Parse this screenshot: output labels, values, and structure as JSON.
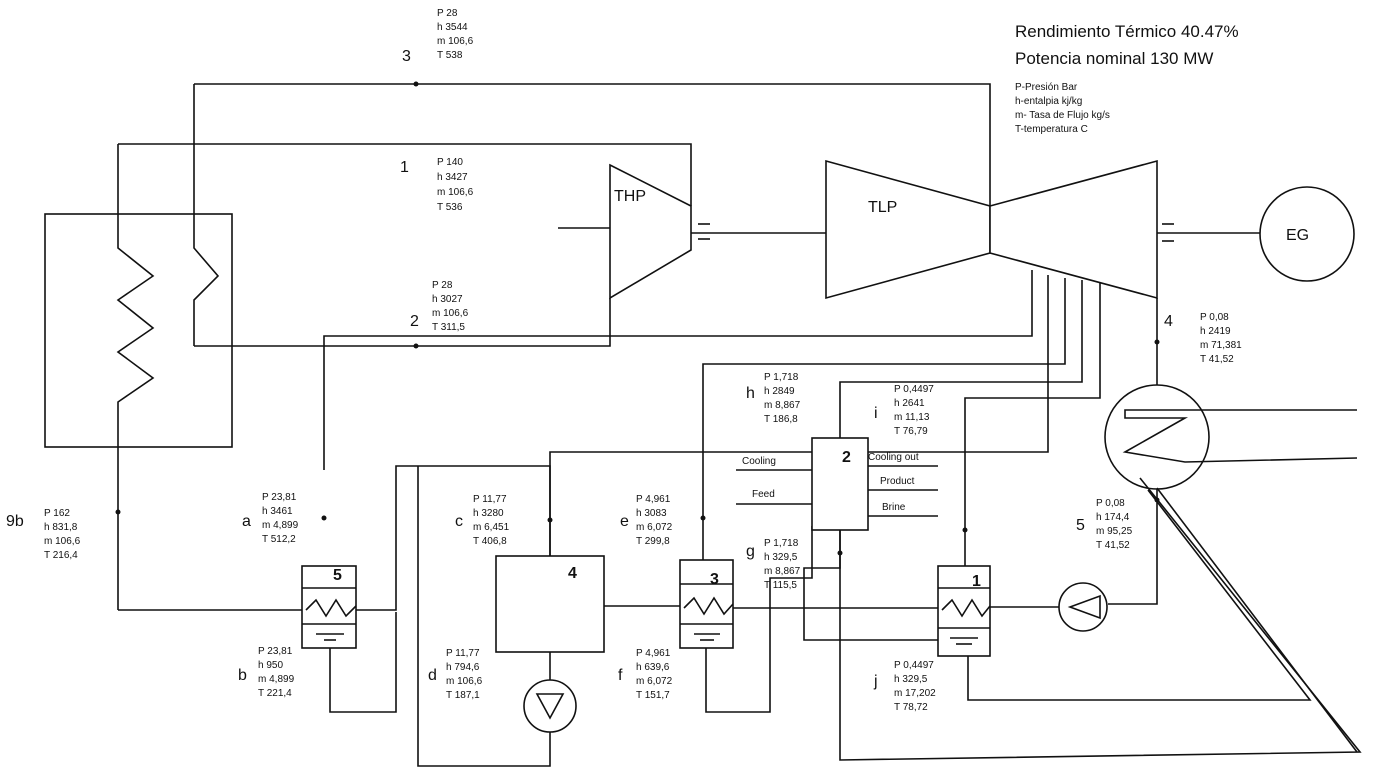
{
  "header": {
    "efficiency": "Rendimiento Térmico  40.47%",
    "power": "Potencia nominal 130 MW"
  },
  "legend": [
    "P-Presión Bar",
    "h-entalpia kj/kg",
    "m- Tasa de Flujo kg/s",
    "T-temperatura C"
  ],
  "equipment": {
    "thp": "THP",
    "tlp": "TLP",
    "eg": "EG",
    "heater5": "5",
    "heater4": "4",
    "heater3": "3",
    "heater2": "2",
    "heater1": "1",
    "desal_inputs": [
      "Cooling",
      "Feed"
    ],
    "desal_outputs": [
      "Cooling out",
      "Product",
      "Brine"
    ]
  },
  "states": [
    {
      "id": "3",
      "lines": [
        "P 28",
        "h 3544",
        "m 106,6",
        "T 538"
      ]
    },
    {
      "id": "1",
      "lines": [
        "P 140",
        "h 3427",
        "m 106,6",
        "T 536"
      ]
    },
    {
      "id": "2",
      "lines": [
        "P 28",
        "h 3027",
        "m 106,6",
        "T 311,5"
      ]
    },
    {
      "id": "4",
      "lines": [
        "P 0,08",
        "h 2419",
        "m 71,381",
        "T 41,52"
      ]
    },
    {
      "id": "h",
      "lines": [
        "P 1,718",
        "h 2849",
        "m 8,867",
        "T 186,8"
      ]
    },
    {
      "id": "i",
      "lines": [
        "P 0,4497",
        "h 2641",
        "m 11,13",
        "T 76,79"
      ]
    },
    {
      "id": "9b",
      "lines": [
        "P 162",
        "h 831,8",
        "m 106,6",
        "T 216,4"
      ]
    },
    {
      "id": "a",
      "lines": [
        "P 23,81",
        "h 3461",
        "m 4,899",
        "T 512,2"
      ]
    },
    {
      "id": "c",
      "lines": [
        "P 11,77",
        "h 3280",
        "m 6,451",
        "T 406,8"
      ]
    },
    {
      "id": "e",
      "lines": [
        "P 4,961",
        "h 3083",
        "m 6,072",
        "T 299,8"
      ]
    },
    {
      "id": "g",
      "lines": [
        "P 1,718",
        "h 329,5",
        "m 8,867",
        "T 115,5"
      ]
    },
    {
      "id": "5",
      "lines": [
        "P 0,08",
        "h 174,4",
        "m 95,25",
        "T 41,52"
      ]
    },
    {
      "id": "b",
      "lines": [
        "P 23,81",
        "h 950",
        "m 4,899",
        "T 221,4"
      ]
    },
    {
      "id": "d",
      "lines": [
        "P 11,77",
        "h 794,6",
        "m 106,6",
        "T 187,1"
      ]
    },
    {
      "id": "f",
      "lines": [
        "P 4,961",
        "h 639,6",
        "m 6,072",
        "T 151,7"
      ]
    },
    {
      "id": "j",
      "lines": [
        "P 0,4497",
        "h 329,5",
        "m 17,202",
        "T 78,72"
      ]
    }
  ]
}
